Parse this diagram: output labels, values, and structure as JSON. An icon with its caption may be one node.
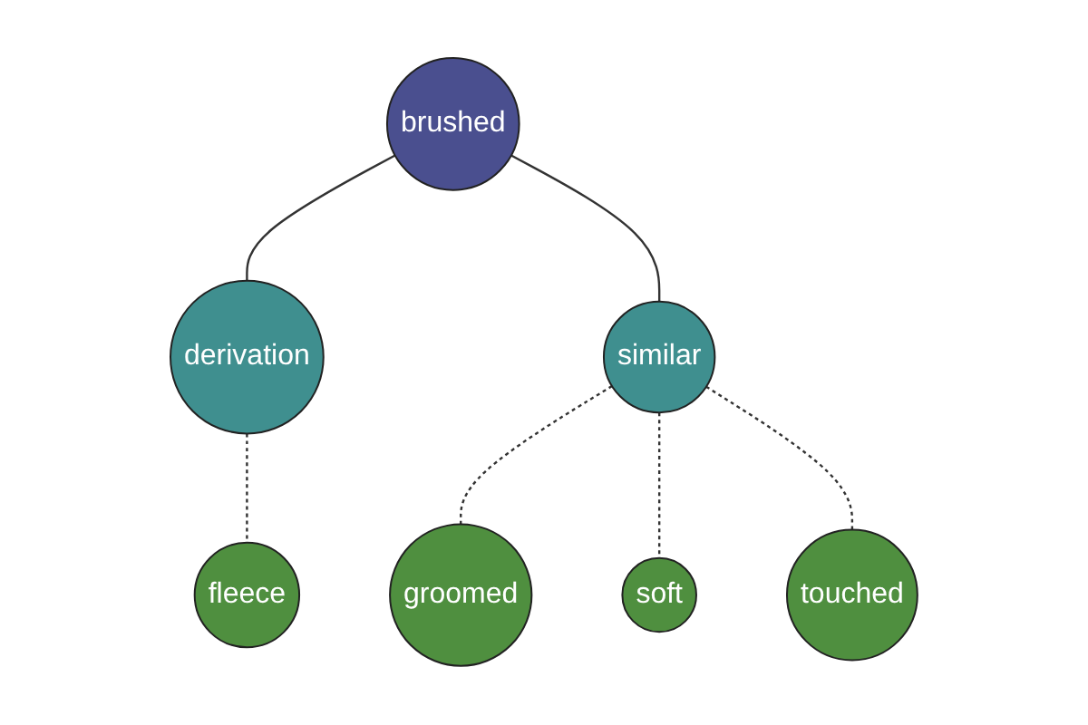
{
  "diagram": {
    "nodes": [
      {
        "text": [
          "brushed"
        ]
      },
      {
        "text": [
          "derivation"
        ]
      },
      {
        "text": [
          "similar"
        ]
      },
      {
        "text": [
          "fleece"
        ]
      },
      {
        "text": [
          "soft"
        ]
      },
      {
        "text": [
          "touched"
        ]
      },
      {
        "text": [
          "groomed"
        ]
      }
    ],
    "edges": [
      {
        "from": 0,
        "to": 1,
        "arrow": "none"
      },
      {
        "from": 0,
        "to": 2,
        "arrow": "none"
      },
      {
        "from": 1,
        "to": 3,
        "arrow": "none",
        "style": "dashed"
      },
      {
        "from": 2,
        "to": 6,
        "arrow": "none",
        "style": "dashed"
      },
      {
        "from": 2,
        "to": 4,
        "arrow": "none",
        "style": "dashed"
      },
      {
        "from": 2,
        "to": 5,
        "arrow": "none",
        "style": "dashed"
      }
    ]
  }
}
